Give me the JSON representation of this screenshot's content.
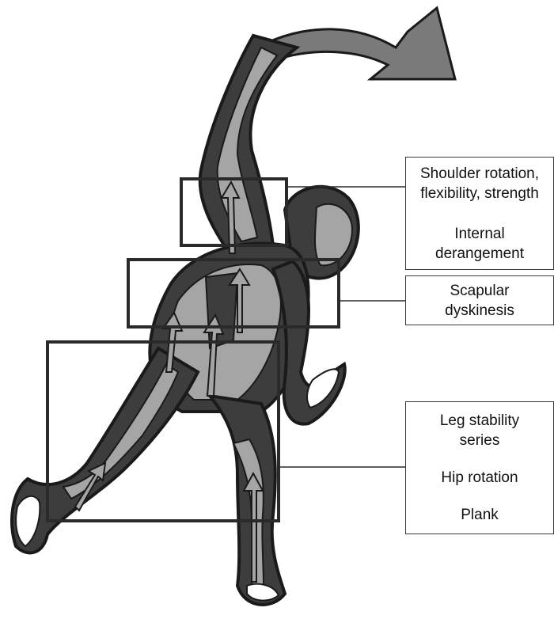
{
  "callouts": {
    "shoulder": {
      "line1": "Shoulder rotation,\nflexibility, strength",
      "line2": "Internal\nderangement"
    },
    "scapula": {
      "line1": "Scapular\ndyskinesis"
    },
    "legs": {
      "line1": "Leg stability\nseries",
      "line2": "Hip rotation",
      "line3": "Plank"
    }
  },
  "colors": {
    "outline": "#1a1a1a",
    "body_dark": "#3d3d3d",
    "body_light": "#a5a5a5",
    "arrow": "#7a7a7a",
    "box_stroke": "#2a2a2a"
  }
}
